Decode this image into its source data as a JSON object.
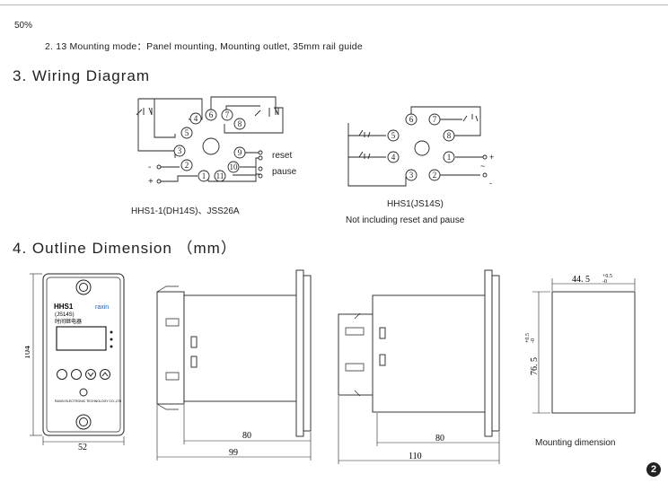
{
  "header": {
    "scale": "50%"
  },
  "spec_line": "2. 13  Mounting  mode：Panel  mounting,   Mounting  outlet,   35mm  rail  guide",
  "section3": {
    "title": "3.   Wiring  Diagram"
  },
  "left_diagram": {
    "caption": "HHS1-1(DH14S)、JSS26A",
    "pins": [
      "1",
      "2",
      "3",
      "4",
      "5",
      "6",
      "7",
      "8",
      "9",
      "10",
      "11"
    ],
    "labels": {
      "reset": "reset",
      "pause": "pause",
      "minus": "-",
      "plus": "+"
    }
  },
  "right_diagram": {
    "caption": "HHS1(JS14S)",
    "note": "Not including reset and pause",
    "pins": [
      "1",
      "2",
      "3",
      "4",
      "5",
      "6",
      "7",
      "8"
    ],
    "labels": {
      "plus": "+",
      "minus": "-",
      "ac": "~"
    }
  },
  "section4": {
    "title": "4.   Outline  Dimension （mm）"
  },
  "front_view": {
    "model": "HHS1",
    "model_sub": "(JS14S)",
    "type_cn": "时间继电器",
    "brand": "raxin",
    "company": "RAXIN ELECTRONIC TECHNOLOGY CO.,LTD",
    "width": "52",
    "height": "104"
  },
  "side_view_1": {
    "depth": "80",
    "total": "99"
  },
  "side_view_2": {
    "depth": "80",
    "total": "110"
  },
  "mounting": {
    "width": "44. 5",
    "width_tol_plus": "+0.5",
    "width_tol_minus": "-0",
    "height": "76. 5",
    "height_tol_plus": "+0.5",
    "height_tol_minus": "-0",
    "caption": "Mounting  dimension"
  },
  "page_number": "2"
}
